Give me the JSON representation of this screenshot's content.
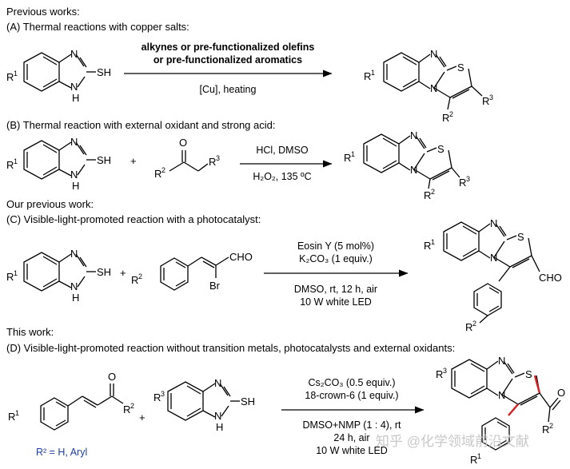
{
  "headers": {
    "previous": "Previous works:",
    "a": "(A) Thermal reactions with copper salts:",
    "b": "(B) Thermal reaction with external oxidant and strong acid:",
    "our_previous": "Our previous work:",
    "c": "(C) Visible-light-promoted reaction with  a photocatalyst:",
    "this_work": "This work:",
    "d": "(D) Visible-light-promoted reaction without transition metals,  photocatalysts and external oxidants:"
  },
  "conditions": {
    "a_top1": "alkynes or pre-functionalized olefins",
    "a_top2": "or pre-functionalized aromatics",
    "a_bottom": "[Cu],  heating",
    "b_top": "HCl, DMSO",
    "b_bottom": "H₂O₂, 135 ºC",
    "c_top1": "Eosin Y (5 mol%)",
    "c_top2": "K₂CO₃ (1 equiv.)",
    "c_bottom1": "DMSO, rt, 12 h, air",
    "c_bottom2": "10 W white LED",
    "d_top1": "Cs₂CO₃ (0.5 equiv.)",
    "d_top2": "18-crown-6 (1 equiv.)",
    "d_bottom1": "DMSO+NMP (1 : 4), rt",
    "d_bottom2": "24 h, air",
    "d_bottom3": "10 W white LED"
  },
  "atoms": {
    "N": "N",
    "H": "H",
    "S": "S",
    "SH": "SH",
    "O": "O",
    "R": "R",
    "Br": "Br",
    "CHO": "CHO",
    "plus": "+",
    "one": "1",
    "two": "2",
    "three": "3"
  },
  "labels": {
    "r2_def": "R² = H, Aryl"
  },
  "watermark": "知乎 @化学领域前沿文献",
  "colors": {
    "blue_label": "#1f3fa8",
    "new_bond": "#d42020",
    "watermark": "#c8c8c8"
  }
}
